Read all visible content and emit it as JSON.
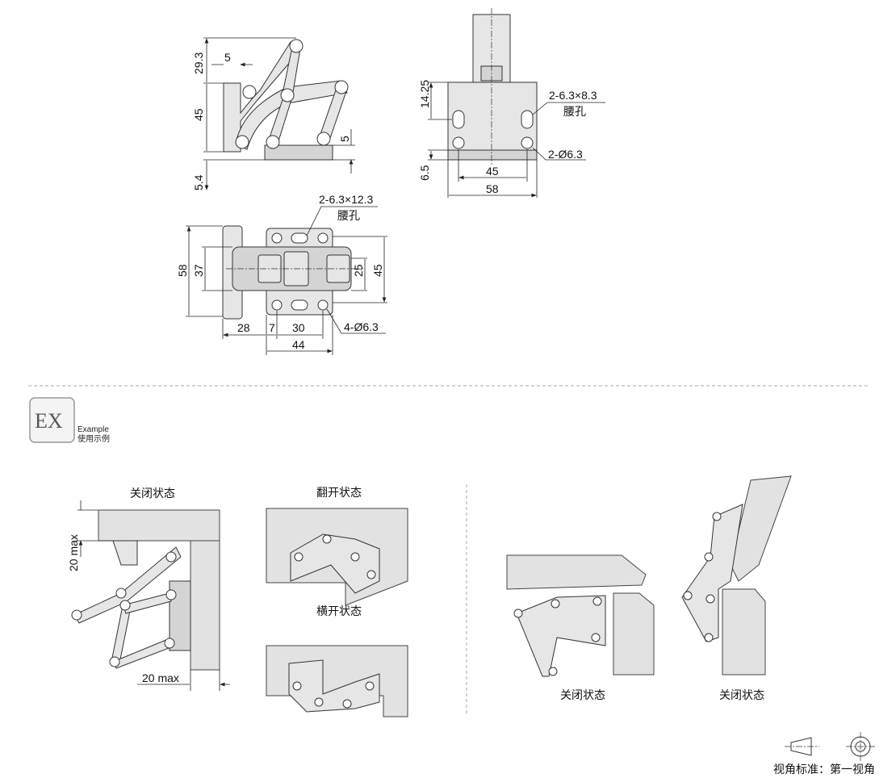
{
  "side_view": {
    "dim_top": "29.3",
    "dim_width": "5",
    "dim_height": "45",
    "dim_base": "5",
    "dim_bottom": "5.4"
  },
  "front_view": {
    "dim_upper": "14.25",
    "dim_lower": "6.5",
    "dim_hole_pitch": "45",
    "dim_width": "58",
    "slot_spec": "2-6.3×8.3",
    "slot_label": "腰孔",
    "hole_spec": "2-Ø6.3"
  },
  "top_view": {
    "slot_spec": "2-6.3×12.3",
    "slot_label": "腰孔",
    "dim_outer": "58",
    "dim_inner": "37",
    "dim_25": "25",
    "dim_45": "45",
    "dim_28": "28",
    "dim_7": "7",
    "dim_30": "30",
    "dim_44": "44",
    "hole_spec": "4-Ø6.3"
  },
  "example": {
    "logo": "EX",
    "title_en": "Example",
    "title_cn": "使用示例"
  },
  "usage": {
    "closed_label": "关闭状态",
    "flip_open_label": "翻开状态",
    "side_open_label": "横开状态",
    "max_vertical": "20 max",
    "max_horizontal": "20 max",
    "right_closed_label_1": "关闭状态",
    "right_closed_label_2": "关闭状态"
  },
  "projection": {
    "label": "视角标准：第一视角"
  }
}
